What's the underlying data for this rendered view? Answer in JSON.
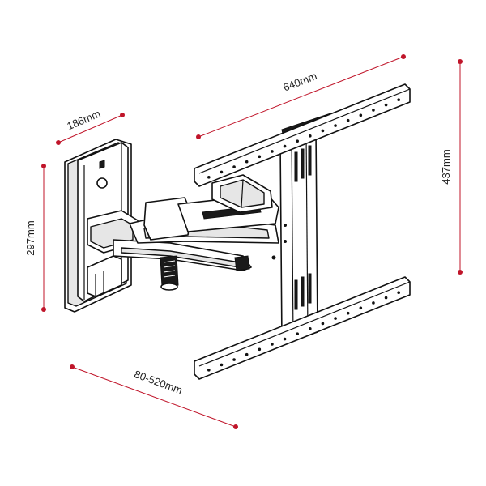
{
  "accent_color": "#c0152a",
  "dimensions": {
    "plate_width": "186mm",
    "plate_height": "297mm",
    "extension": "80-520mm",
    "vesa_width": "640mm",
    "vesa_height": "437mm"
  }
}
